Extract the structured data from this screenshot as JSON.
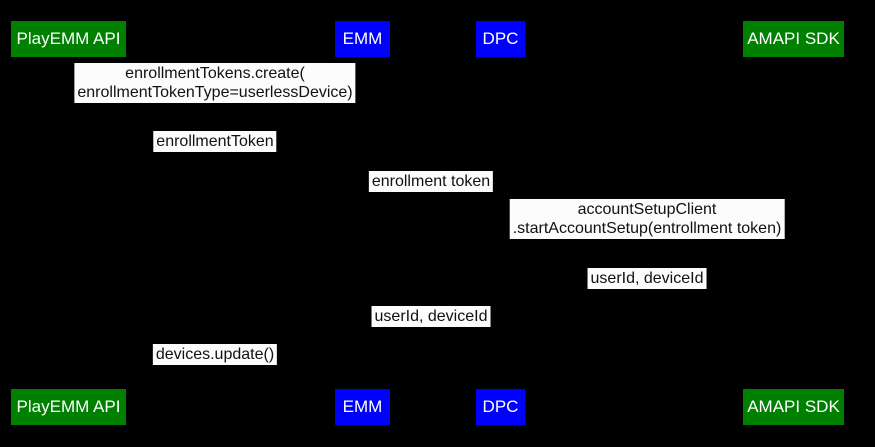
{
  "diagram": {
    "type": "sequence-diagram",
    "colors": {
      "background": "#000000",
      "participant_green": "#008000",
      "participant_blue": "#0000ff",
      "participant_text": "#ffffff",
      "message_bg": "#fcfcfc",
      "message_text": "#111111"
    },
    "participants": [
      {
        "label": "PlayEMM API",
        "color": "green"
      },
      {
        "label": "EMM",
        "color": "blue"
      },
      {
        "label": "DPC",
        "color": "blue"
      },
      {
        "label": "AMAPI SDK",
        "color": "green"
      }
    ],
    "messages": [
      {
        "between": [
          "PlayEMM API",
          "EMM"
        ],
        "lines": [
          "enrollmentTokens.create(",
          "enrollmentTokenType=userlessDevice)"
        ]
      },
      {
        "between": [
          "PlayEMM API",
          "EMM"
        ],
        "lines": [
          "enrollmentToken"
        ]
      },
      {
        "between": [
          "EMM",
          "DPC"
        ],
        "lines": [
          "enrollment token"
        ]
      },
      {
        "between": [
          "DPC",
          "AMAPI SDK"
        ],
        "lines": [
          "accountSetupClient",
          ".startAccountSetup(entrollment token)"
        ]
      },
      {
        "between": [
          "DPC",
          "AMAPI SDK"
        ],
        "lines": [
          "userId, deviceId"
        ]
      },
      {
        "between": [
          "EMM",
          "DPC"
        ],
        "lines": [
          "userId, deviceId"
        ]
      },
      {
        "between": [
          "PlayEMM API",
          "EMM"
        ],
        "lines": [
          "devices.update()"
        ]
      }
    ]
  }
}
